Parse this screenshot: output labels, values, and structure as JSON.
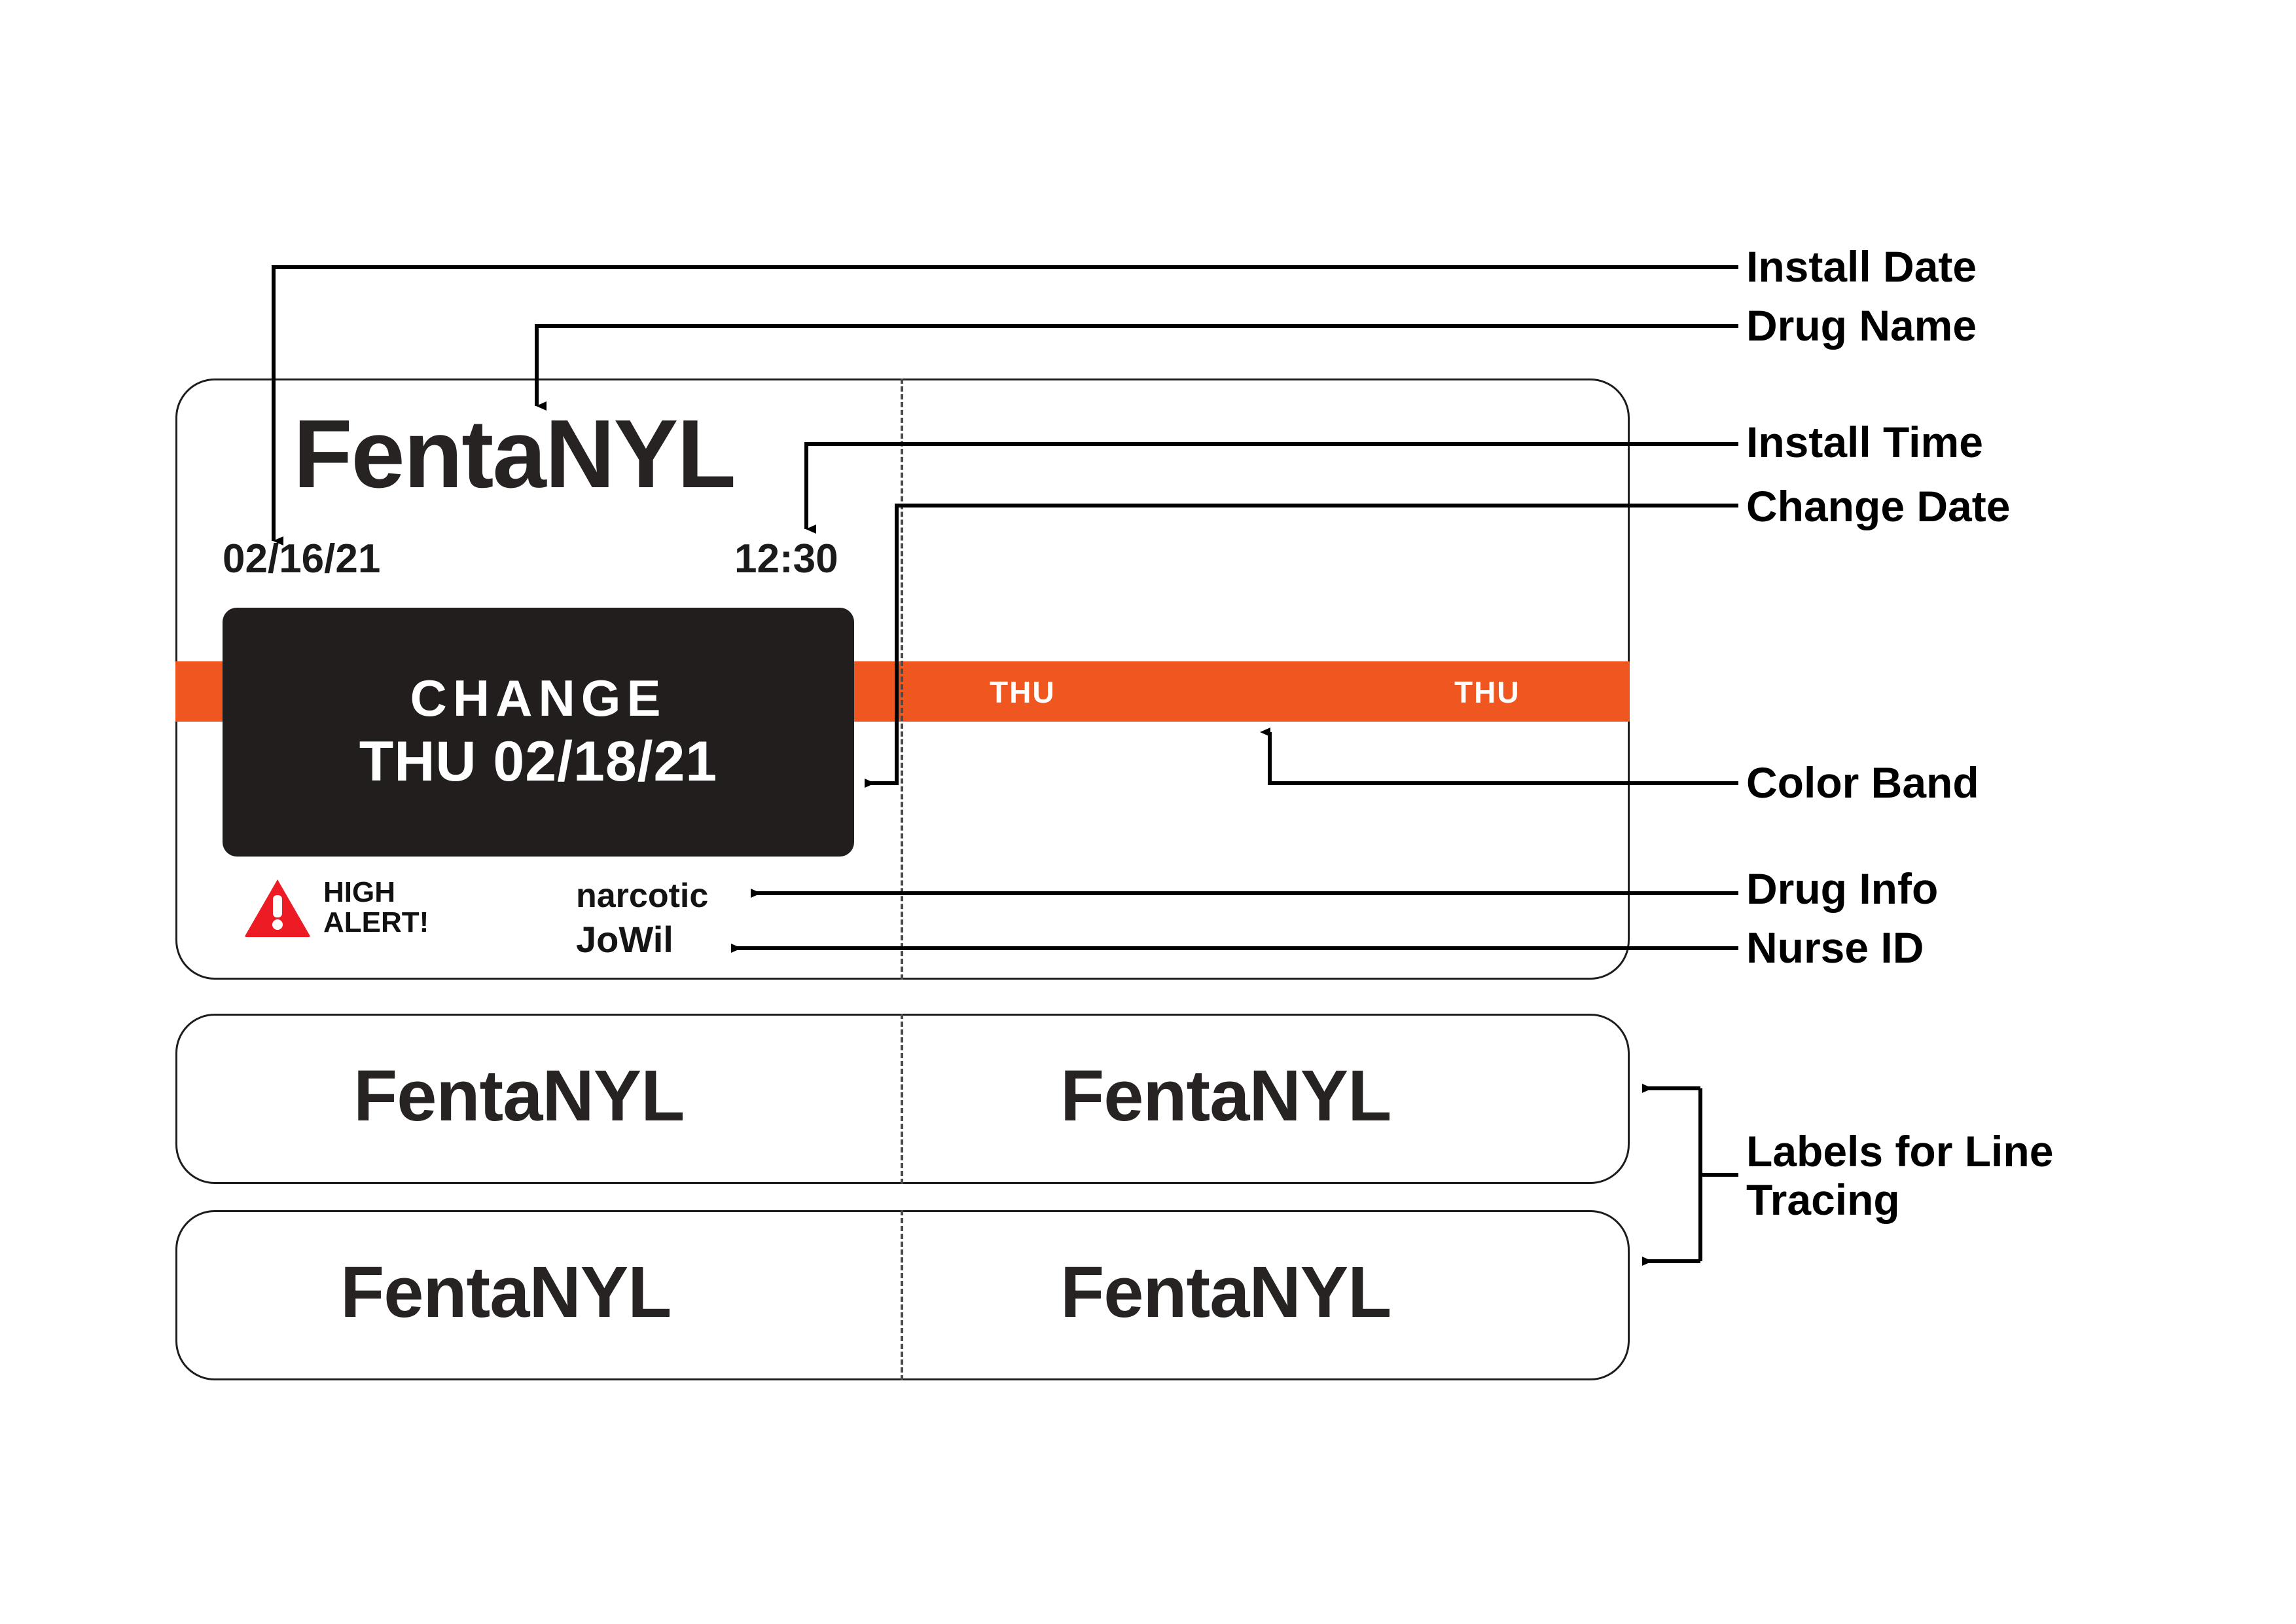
{
  "label": {
    "drug_name": "FentaNYL",
    "install_date": "02/16/21",
    "install_time": "12:30",
    "change_word": "CHANGE",
    "change_date": "THU 02/18/21",
    "alert_line1": "HIGH",
    "alert_line2": "ALERT!",
    "alert_icon": "warning-triangle-icon",
    "drug_info": "narcotic",
    "nurse_id": "JoWil",
    "band_day_left": "THU",
    "band_day_right": "THU",
    "band_color": "#F0561F",
    "change_box_color": "#211E1D",
    "alert_color": "#ED1C24"
  },
  "strips": [
    {
      "left_name": "FentaNYL",
      "right_name": "FentaNYL"
    },
    {
      "left_name": "FentaNYL",
      "right_name": "FentaNYL"
    }
  ],
  "annotations": {
    "install_date": "Install Date",
    "drug_name": "Drug Name",
    "install_time": "Install Time",
    "change_date": "Change Date",
    "color_band": "Color Band",
    "drug_info": "Drug Info",
    "nurse_id": "Nurse ID",
    "line_tracing_l1": "Labels for Line",
    "line_tracing_l2": "Tracing"
  }
}
